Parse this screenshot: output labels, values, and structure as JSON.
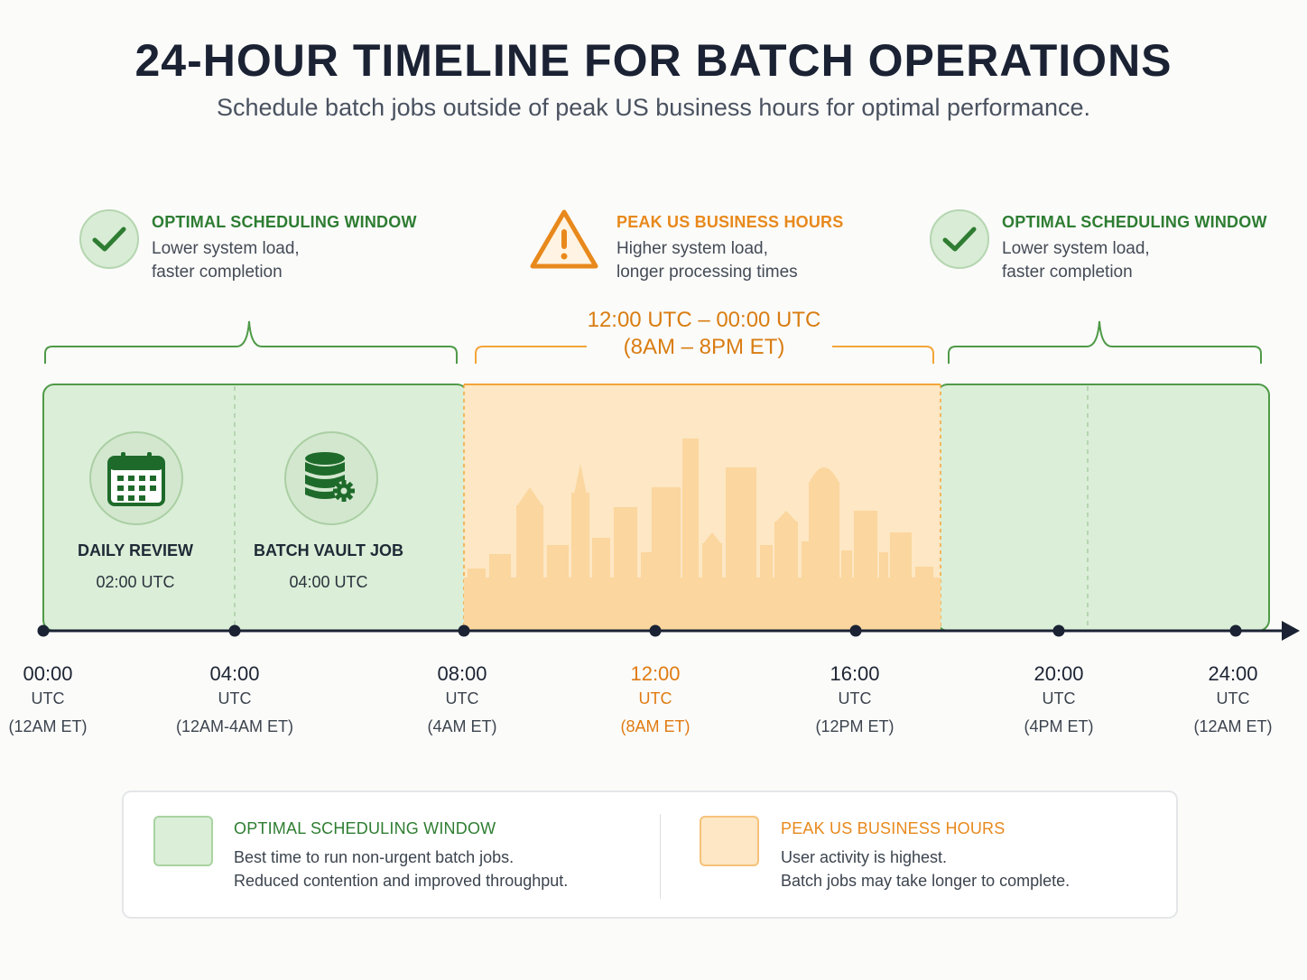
{
  "header": {
    "title": "24-HOUR TIMELINE FOR BATCH OPERATIONS",
    "subtitle": "Schedule batch jobs outside of peak US business hours for optimal performance."
  },
  "callouts": {
    "left": {
      "title": "OPTIMAL SCHEDULING WINDOW",
      "line1": "Lower system load,",
      "line2": "faster completion",
      "icon": "check-icon"
    },
    "middle": {
      "title": "PEAK US BUSINESS HOURS",
      "line1": "Higher system load,",
      "line2": "longer processing times",
      "icon": "warning-icon"
    },
    "right": {
      "title": "OPTIMAL SCHEDULING WINDOW",
      "line1": "Lower system load,",
      "line2": "faster completion",
      "icon": "check-icon"
    }
  },
  "peak_range": {
    "utc": "12:00 UTC – 00:00 UTC",
    "et": "(8AM – 8PM ET)"
  },
  "jobs": [
    {
      "name": "DAILY REVIEW",
      "time": "02:00 UTC",
      "icon": "calendar-icon"
    },
    {
      "name": "BATCH VAULT JOB",
      "time": "04:00 UTC",
      "icon": "database-gear-icon"
    }
  ],
  "ticks": [
    {
      "time": "00:00",
      "unit": "UTC",
      "et": "(12AM ET)"
    },
    {
      "time": "04:00",
      "unit": "UTC",
      "et": "(12AM-4AM ET)"
    },
    {
      "time": "08:00",
      "unit": "UTC",
      "et": "(4AM ET)"
    },
    {
      "time": "12:00",
      "unit": "UTC",
      "et": "(8AM ET)"
    },
    {
      "time": "16:00",
      "unit": "UTC",
      "et": "(12PM ET)"
    },
    {
      "time": "20:00",
      "unit": "UTC",
      "et": "(4PM ET)"
    },
    {
      "time": "24:00",
      "unit": "UTC",
      "et": "(12AM ET)"
    }
  ],
  "legend": {
    "optimal": {
      "title": "OPTIMAL SCHEDULING WINDOW",
      "line1": "Best time to run non-urgent batch jobs.",
      "line2": "Reduced contention and improved throughput."
    },
    "peak": {
      "title": "PEAK US BUSINESS HOURS",
      "line1": "User activity is highest.",
      "line2": "Batch jobs may take longer to complete."
    }
  },
  "colors": {
    "optimal_fill": "#dbeed8",
    "optimal_stroke": "#4f9a47",
    "peak_fill": "#fde7c4",
    "peak_stroke": "#f3a53a",
    "skyline": "#fbd69e",
    "axis": "#1a2233"
  }
}
